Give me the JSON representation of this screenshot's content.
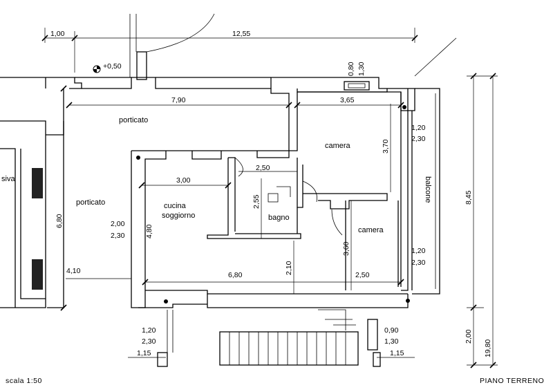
{
  "rooms": {
    "porticato_top": "porticato",
    "porticato_left": "porticato",
    "camera_top": "camera",
    "camera_right": "camera",
    "cucina_line1": "cucina",
    "cucina_line2": "soggiorno",
    "bagno": "bagno",
    "balcone": "balcone",
    "cut_left": "siva"
  },
  "dimensions": {
    "d_1_00": "1,00",
    "d_12_55": "12,55",
    "d_0_50": "+0,50",
    "d_0_80": "0,80",
    "d_1_30_top": "1,30",
    "d_7_90": "7,90",
    "d_3_65": "3,65",
    "d_3_70": "3,70",
    "d_1_20_a": "1,20",
    "d_2_30_a": "2,30",
    "d_2_50_bagno": "2,50",
    "d_3_00": "3,00",
    "d_2_55": "2,55",
    "d_6_80_left": "6,80",
    "d_2_00_left": "2,00",
    "d_2_30_left": "2,30",
    "d_4_80": "4,80",
    "d_3_60": "3,60",
    "d_1_20_b": "1,20",
    "d_2_30_b": "2,30",
    "d_4_10": "4,10",
    "d_6_80_bottom": "6,80",
    "d_2_10": "2,10",
    "d_2_50_bottom": "2,50",
    "d_8_45": "8,45",
    "d_2_00_right": "2,00",
    "d_19_80": "19,80",
    "d_1_20_c": "1,20",
    "d_2_30_c": "2,30",
    "d_1_15_left": "1,15",
    "d_0_90": "0,90",
    "d_1_30_bottom": "1,30",
    "d_1_15_right": "1,15"
  },
  "footer": {
    "scale": "scala 1:50",
    "floor": "PIANO TERRENO"
  }
}
